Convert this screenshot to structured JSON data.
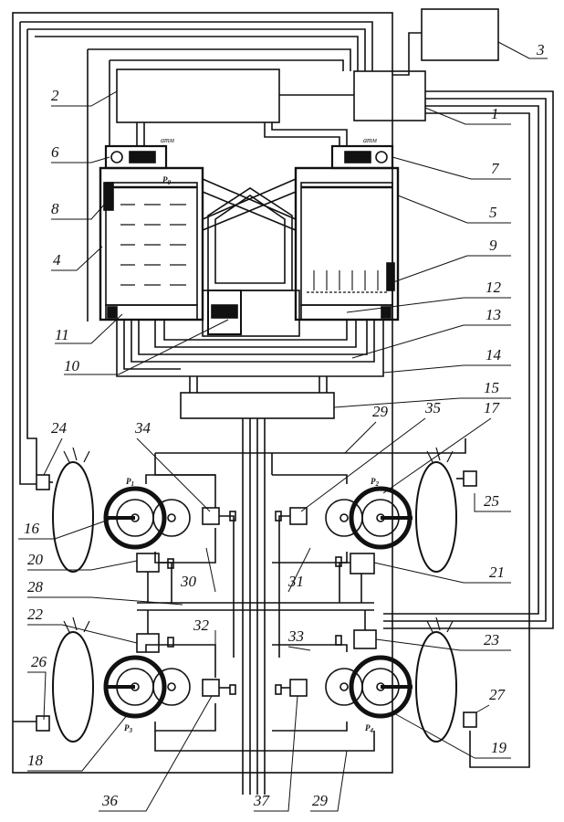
{
  "diagram": {
    "callouts": [
      "1",
      "2",
      "3",
      "4",
      "5",
      "6",
      "7",
      "8",
      "9",
      "10",
      "11",
      "12",
      "13",
      "14",
      "15",
      "16",
      "17",
      "18",
      "19",
      "20",
      "21",
      "22",
      "23",
      "24",
      "25",
      "26",
      "27",
      "28",
      "29",
      "29",
      "30",
      "31",
      "32",
      "33",
      "34",
      "35",
      "36",
      "37"
    ],
    "pressure_labels": {
      "p0": "P",
      "p0_sub": "0",
      "p1": "P",
      "p1_sub": "1",
      "p2": "P",
      "p2_sub": "2",
      "p3": "P",
      "p3_sub": "3",
      "p4": "P",
      "p4_sub": "4"
    },
    "atm_left": "атм",
    "atm_right": "атм"
  }
}
